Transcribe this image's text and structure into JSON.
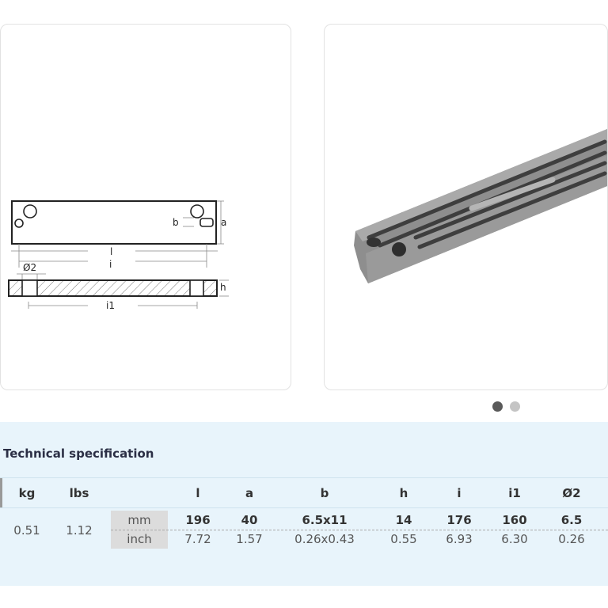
{
  "gallery": {
    "slides": 2,
    "active_slide": 1
  },
  "drawing": {
    "labels": {
      "l": "l",
      "i": "i",
      "a": "a",
      "b": "b",
      "h": "h",
      "i1": "i1",
      "d2": "Ø2"
    }
  },
  "spec": {
    "title": "Technical specification",
    "headers": {
      "kg": "kg",
      "lbs": "lbs",
      "l": "l",
      "a": "a",
      "b": "b",
      "h": "h",
      "i": "i",
      "i1": "i1",
      "d2": "Ø2"
    },
    "kg": "0.51",
    "lbs": "1.12",
    "units": {
      "mm": "mm",
      "inch": "inch"
    },
    "mm": {
      "l": "196",
      "a": "40",
      "b": "6.5x11",
      "h": "14",
      "i": "176",
      "i1": "160",
      "d2": "6.5"
    },
    "inch": {
      "l": "7.72",
      "a": "1.57",
      "b": "0.26x0.43",
      "h": "0.55",
      "i": "6.93",
      "i1": "6.30",
      "d2": "0.26"
    }
  }
}
